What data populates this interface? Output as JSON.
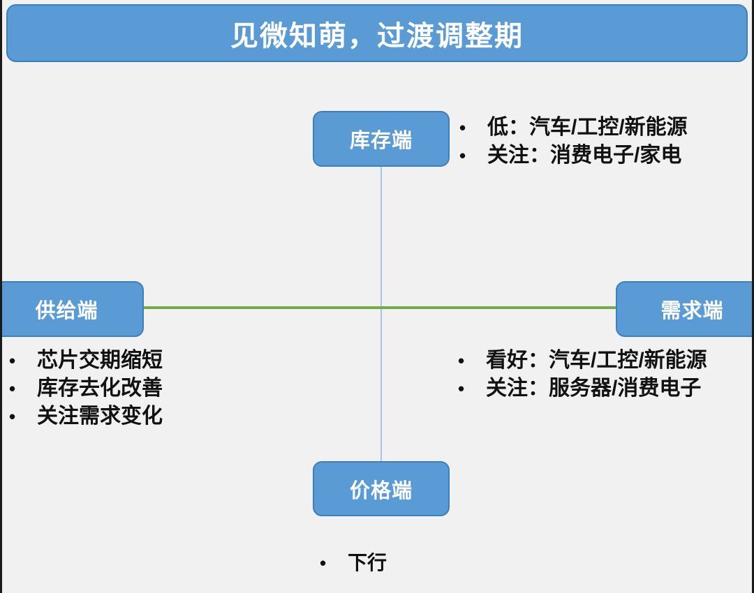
{
  "slide": {
    "title": "见微知萌，过渡调整期",
    "background_color": "#f1f1f1",
    "accent_color": "#5b9bd5",
    "accent_border_color": "#3c7fba",
    "link_vertical_color": "#a8c6e4",
    "link_horizontal_color": "#70ad47",
    "bullet_glyph": "•"
  },
  "nodes": {
    "inventory": {
      "label": "库存端",
      "bullets": [
        "低：汽车/工控/新能源",
        "关注：消费电子/家电"
      ]
    },
    "supply": {
      "label": "供给端",
      "bullets": [
        "芯片交期缩短",
        "库存去化改善",
        "关注需求变化"
      ]
    },
    "demand": {
      "label": "需求端",
      "bullets": [
        "看好：汽车/工控/新能源",
        "关注：服务器/消费电子"
      ]
    },
    "price": {
      "label": "价格端",
      "bullets": [
        "下行"
      ]
    }
  }
}
